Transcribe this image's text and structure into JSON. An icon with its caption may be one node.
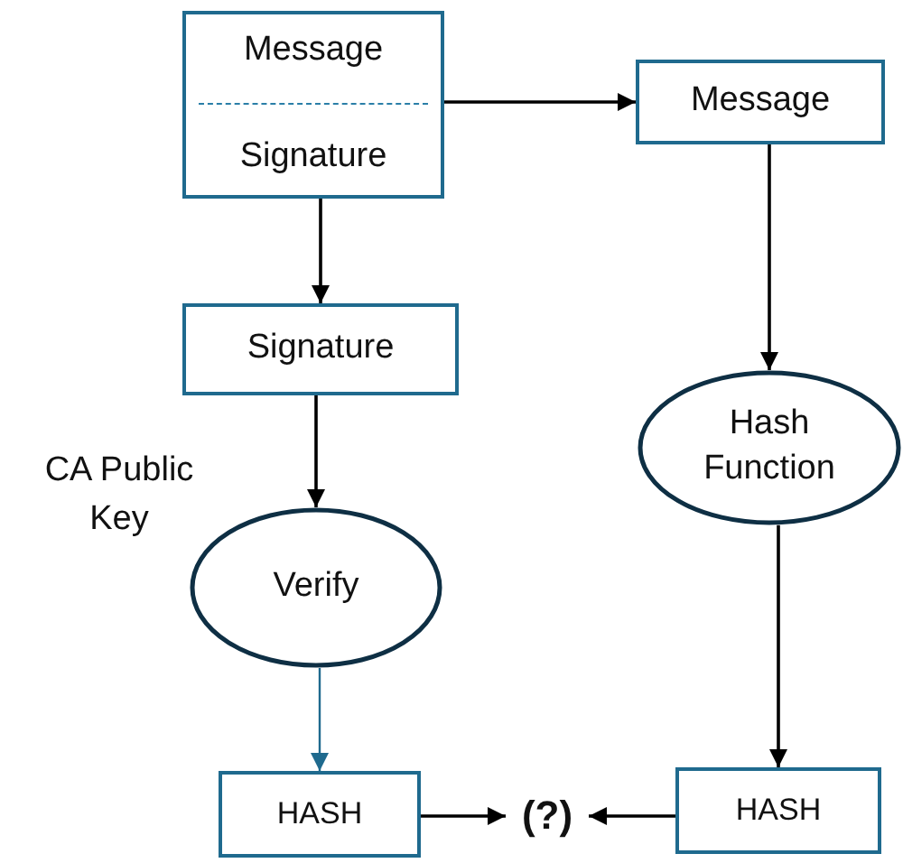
{
  "diagram": {
    "nodes": [
      {
        "text": [
          "Message",
          "Signature"
        ]
      },
      {
        "text": [
          "Message"
        ]
      },
      {
        "text": [
          "Signature"
        ]
      },
      {
        "text": [
          "Hash Function"
        ]
      },
      {
        "text": [
          "Verify"
        ],
        "beside": [
          "CA Public Key"
        ]
      },
      {
        "text": [
          "HASH"
        ]
      },
      {
        "text": [
          "(?)"
        ]
      },
      {
        "text": [
          "HASH"
        ]
      }
    ],
    "edges": [
      {
        "from": 0,
        "to": 1,
        "arrow": "to"
      },
      {
        "from": 0,
        "to": 2,
        "arrow": "to"
      },
      {
        "from": 1,
        "to": 3,
        "arrow": "to"
      },
      {
        "from": 2,
        "to": 4,
        "arrow": "to"
      },
      {
        "from": 4,
        "to": 5,
        "arrow": "to",
        "color": "#1f6a8e"
      },
      {
        "from": 3,
        "to": 7,
        "arrow": "to"
      },
      {
        "from": 5,
        "to": 6,
        "arrow": "to"
      },
      {
        "from": 7,
        "to": 6,
        "arrow": "to"
      }
    ]
  }
}
